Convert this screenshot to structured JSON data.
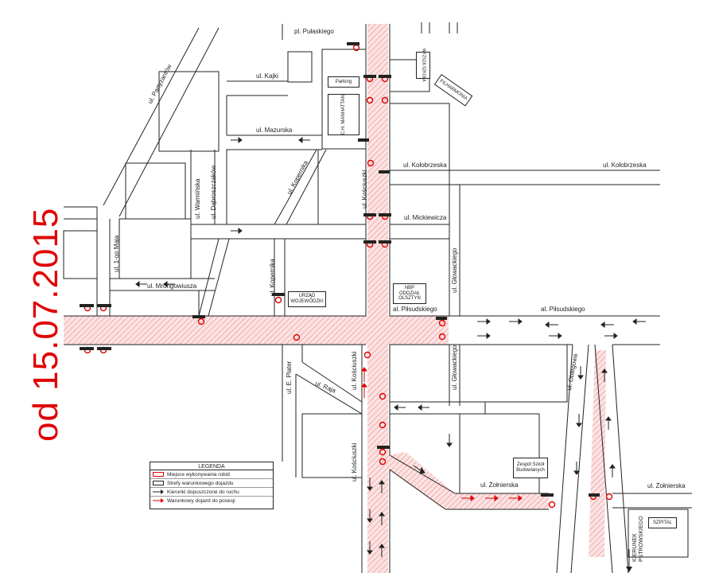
{
  "date_text": "od 15.07.2015",
  "colors": {
    "roadworks": "#e00000",
    "road_line": "#222222",
    "hatch": "#f3c6c6"
  },
  "streets": {
    "pulaskiego": "pl. Pułaskiego",
    "kajki": "ul. Kajki",
    "partyzantow": "ul. Partyzantów",
    "mazurska": "ul. Mazurska",
    "kolobrzeska_1": "ul. Kołobrzeska",
    "kolobrzeska_2": "ul. Kołobrzeska",
    "kopernika_1": "ul. Kopernika",
    "kopernika_2": "ul. Kopernika",
    "kosciuszki_1": "ul. Kościuszki",
    "kosciuszki_2": "ul. Kościuszki",
    "kosciuszki_3": "ul. Kościuszki",
    "warminska": "ul. Warmińska",
    "dabroszczakow": "ul. Dąbroszczaków",
    "mickiewicza": "ul. Mickiewicza",
    "maja": "ul. 1-go Maja",
    "mrongowiusza": "ul. Mrongowiusza",
    "glowackiego_1": "ul. Głowackiego",
    "glowackiego_2": "ul. Głowackiego",
    "pilsudskiego_1": "al. Piłsudskiego",
    "pilsudskiego_2": "al. Piłsudskiego",
    "plater": "ul. E. Plater",
    "raja": "ul. Raja",
    "obiegowa": "ul. Obiegowa",
    "zolnierska_1": "ul. Żołnierska",
    "zolnierska_2": "ul. Żołnierska"
  },
  "buildings": {
    "parking": "Parking",
    "ch_manhattan": "C.H. MANHATTAN",
    "wyzsza": "WYŻSZA SZKOŁA",
    "filharmonia": "FILHARMONIA",
    "urzad": "URZĄD WOJEWÓDZKI",
    "nbp": "NBP ODDZIAŁ OLSZTYN",
    "zespol": "Zespół Szkół Budowlanych",
    "szpital": "SZPITAL",
    "kierunek": "KIERUNEK PSTROWSKIEGO"
  },
  "legend": {
    "title": "LEGENDA",
    "items": [
      "Miejsce wykonywania robót",
      "Strefy warunkowego dojazdu",
      "Kierunki dopuszczone do ruchu",
      "Warunkowy dojazd do posesji"
    ]
  }
}
